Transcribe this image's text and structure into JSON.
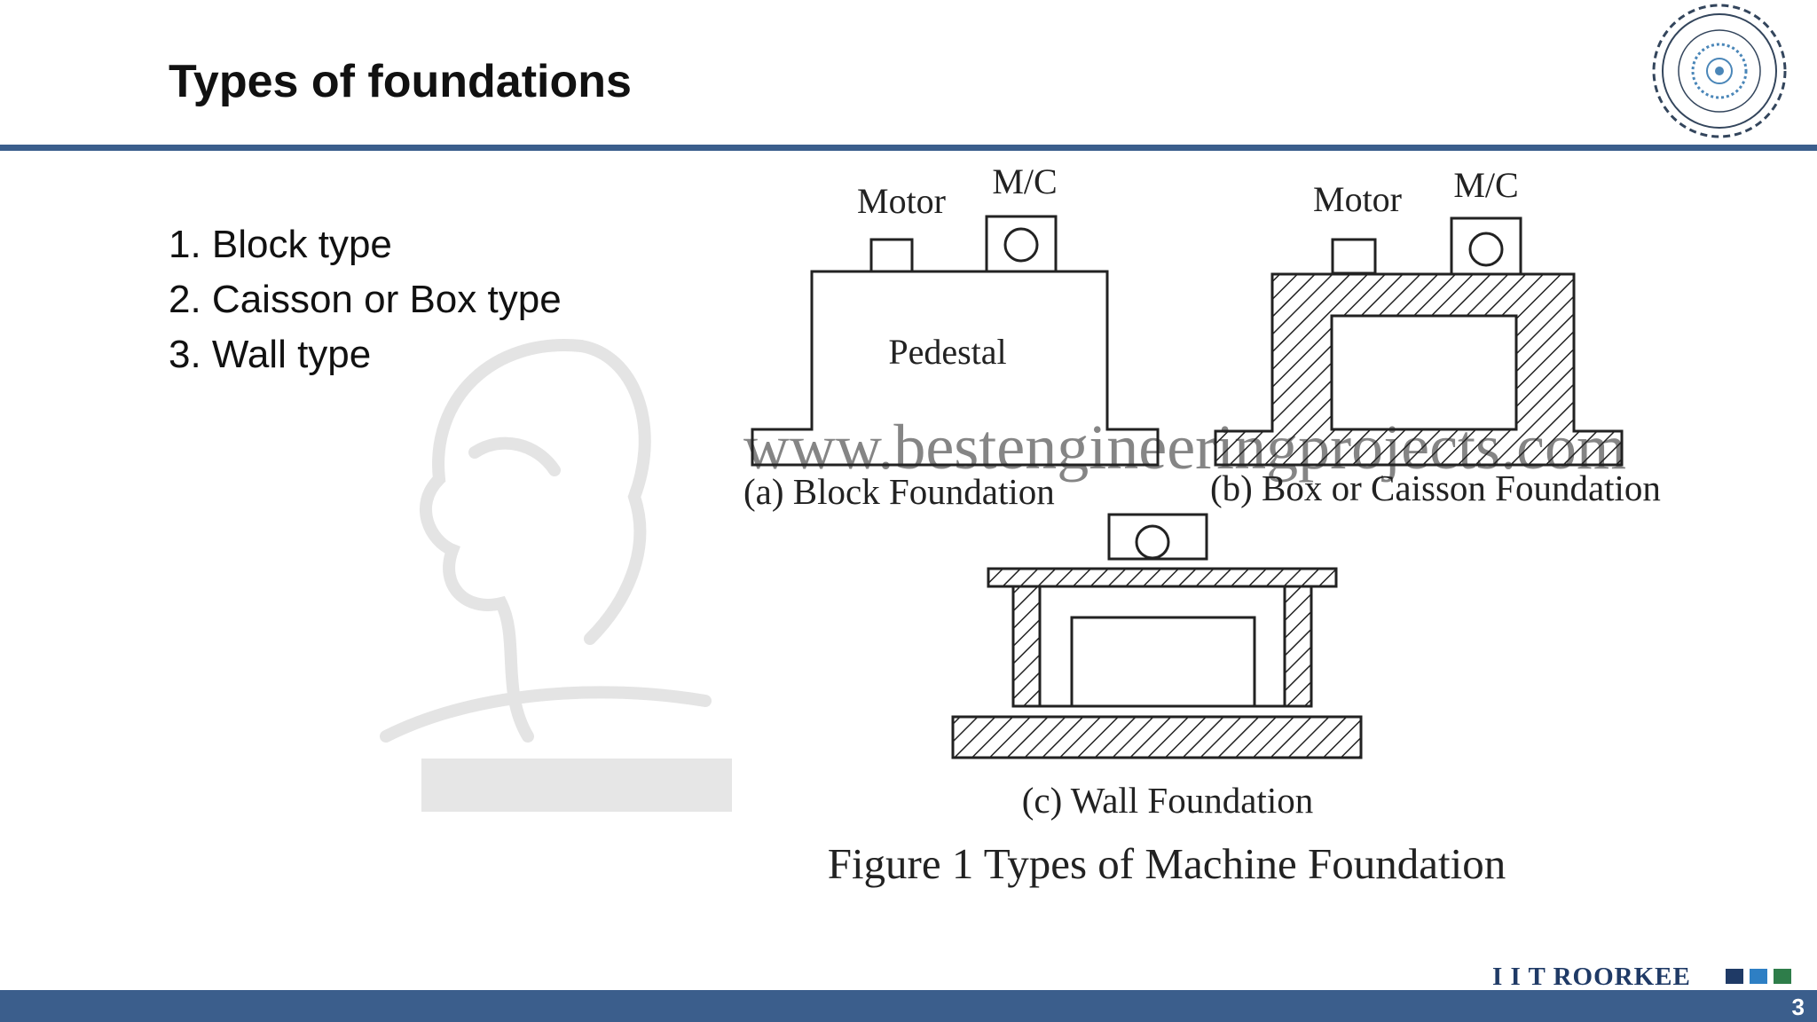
{
  "slide": {
    "title": "Types of foundations",
    "page_number": "3"
  },
  "bullets": [
    "1. Block type",
    "2. Caisson or Box type",
    "3. Wall type"
  ],
  "figure": {
    "block": {
      "motor": "Motor",
      "mc": "M/C",
      "pedestal": "Pedestal",
      "caption": "(a) Block Foundation"
    },
    "box": {
      "motor": "Motor",
      "mc": "M/C",
      "caption": "(b) Box or Caisson Foundation"
    },
    "wall": {
      "caption": "(c) Wall Foundation"
    },
    "figure_caption": "Figure 1 Types of Machine Foundation",
    "watermark_text": "www.bestengineeringprojects.com"
  },
  "footer": {
    "brand": "I I T ROORKEE",
    "brand_colors": [
      "#1f3a66",
      "#2e7fc4",
      "#2e7d4a"
    ]
  },
  "colors": {
    "accent": "#3b5e8c"
  }
}
